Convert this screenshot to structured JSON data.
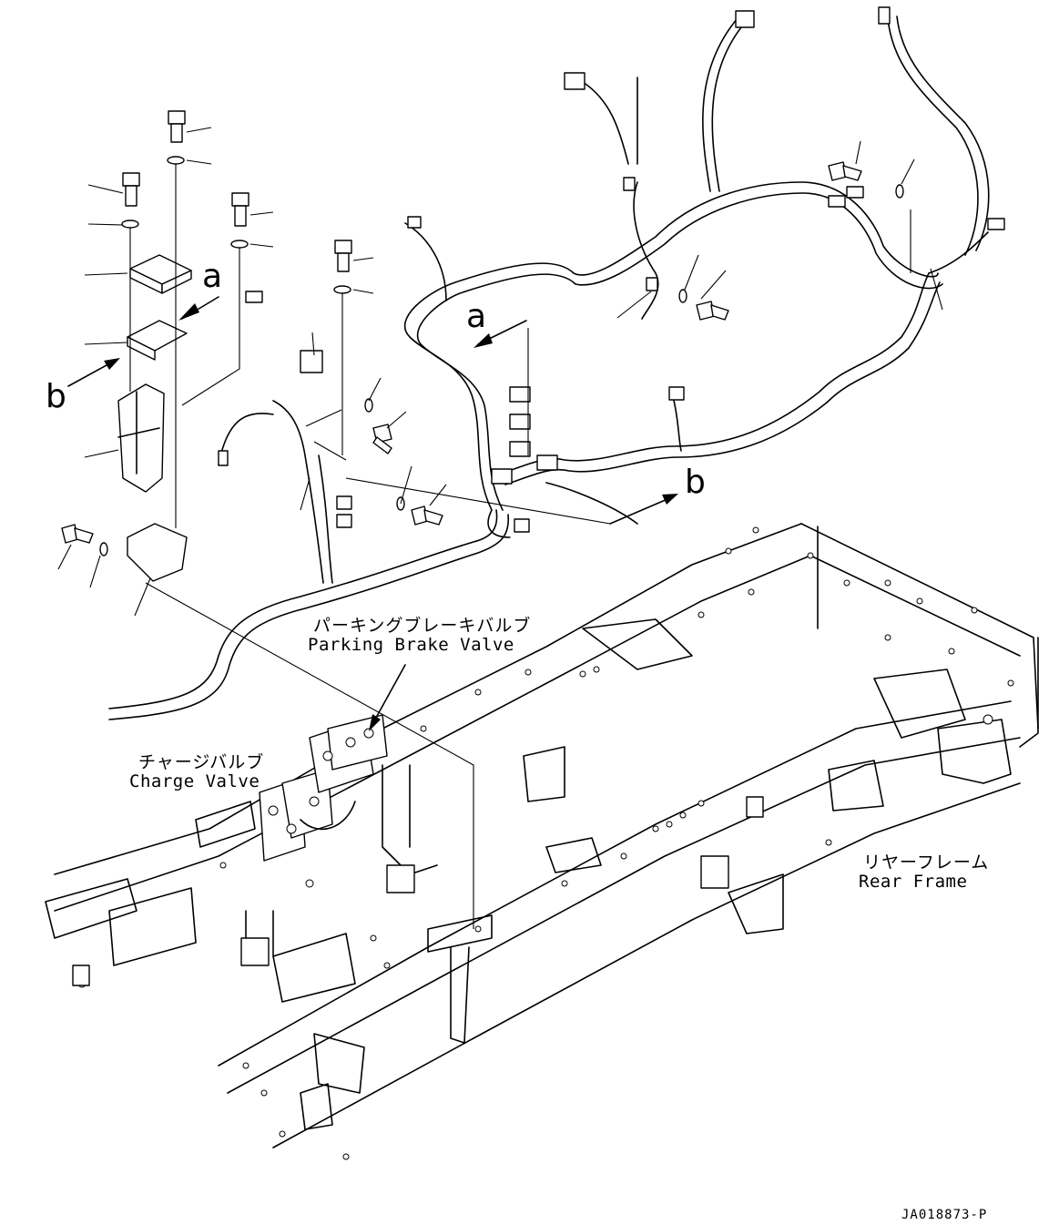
{
  "labels": {
    "parking_brake_jp": "パーキングブレーキバルブ",
    "parking_brake_en": "Parking Brake Valve",
    "charge_valve_jp": "チャージバルブ",
    "charge_valve_en": "Charge Valve",
    "rear_frame_jp": "リヤーフレーム",
    "rear_frame_en": "Rear Frame"
  },
  "callouts": {
    "a_left": "a",
    "b_left": "b",
    "a_mid": "a",
    "b_right": "b"
  },
  "document_id": "JA018873-P"
}
